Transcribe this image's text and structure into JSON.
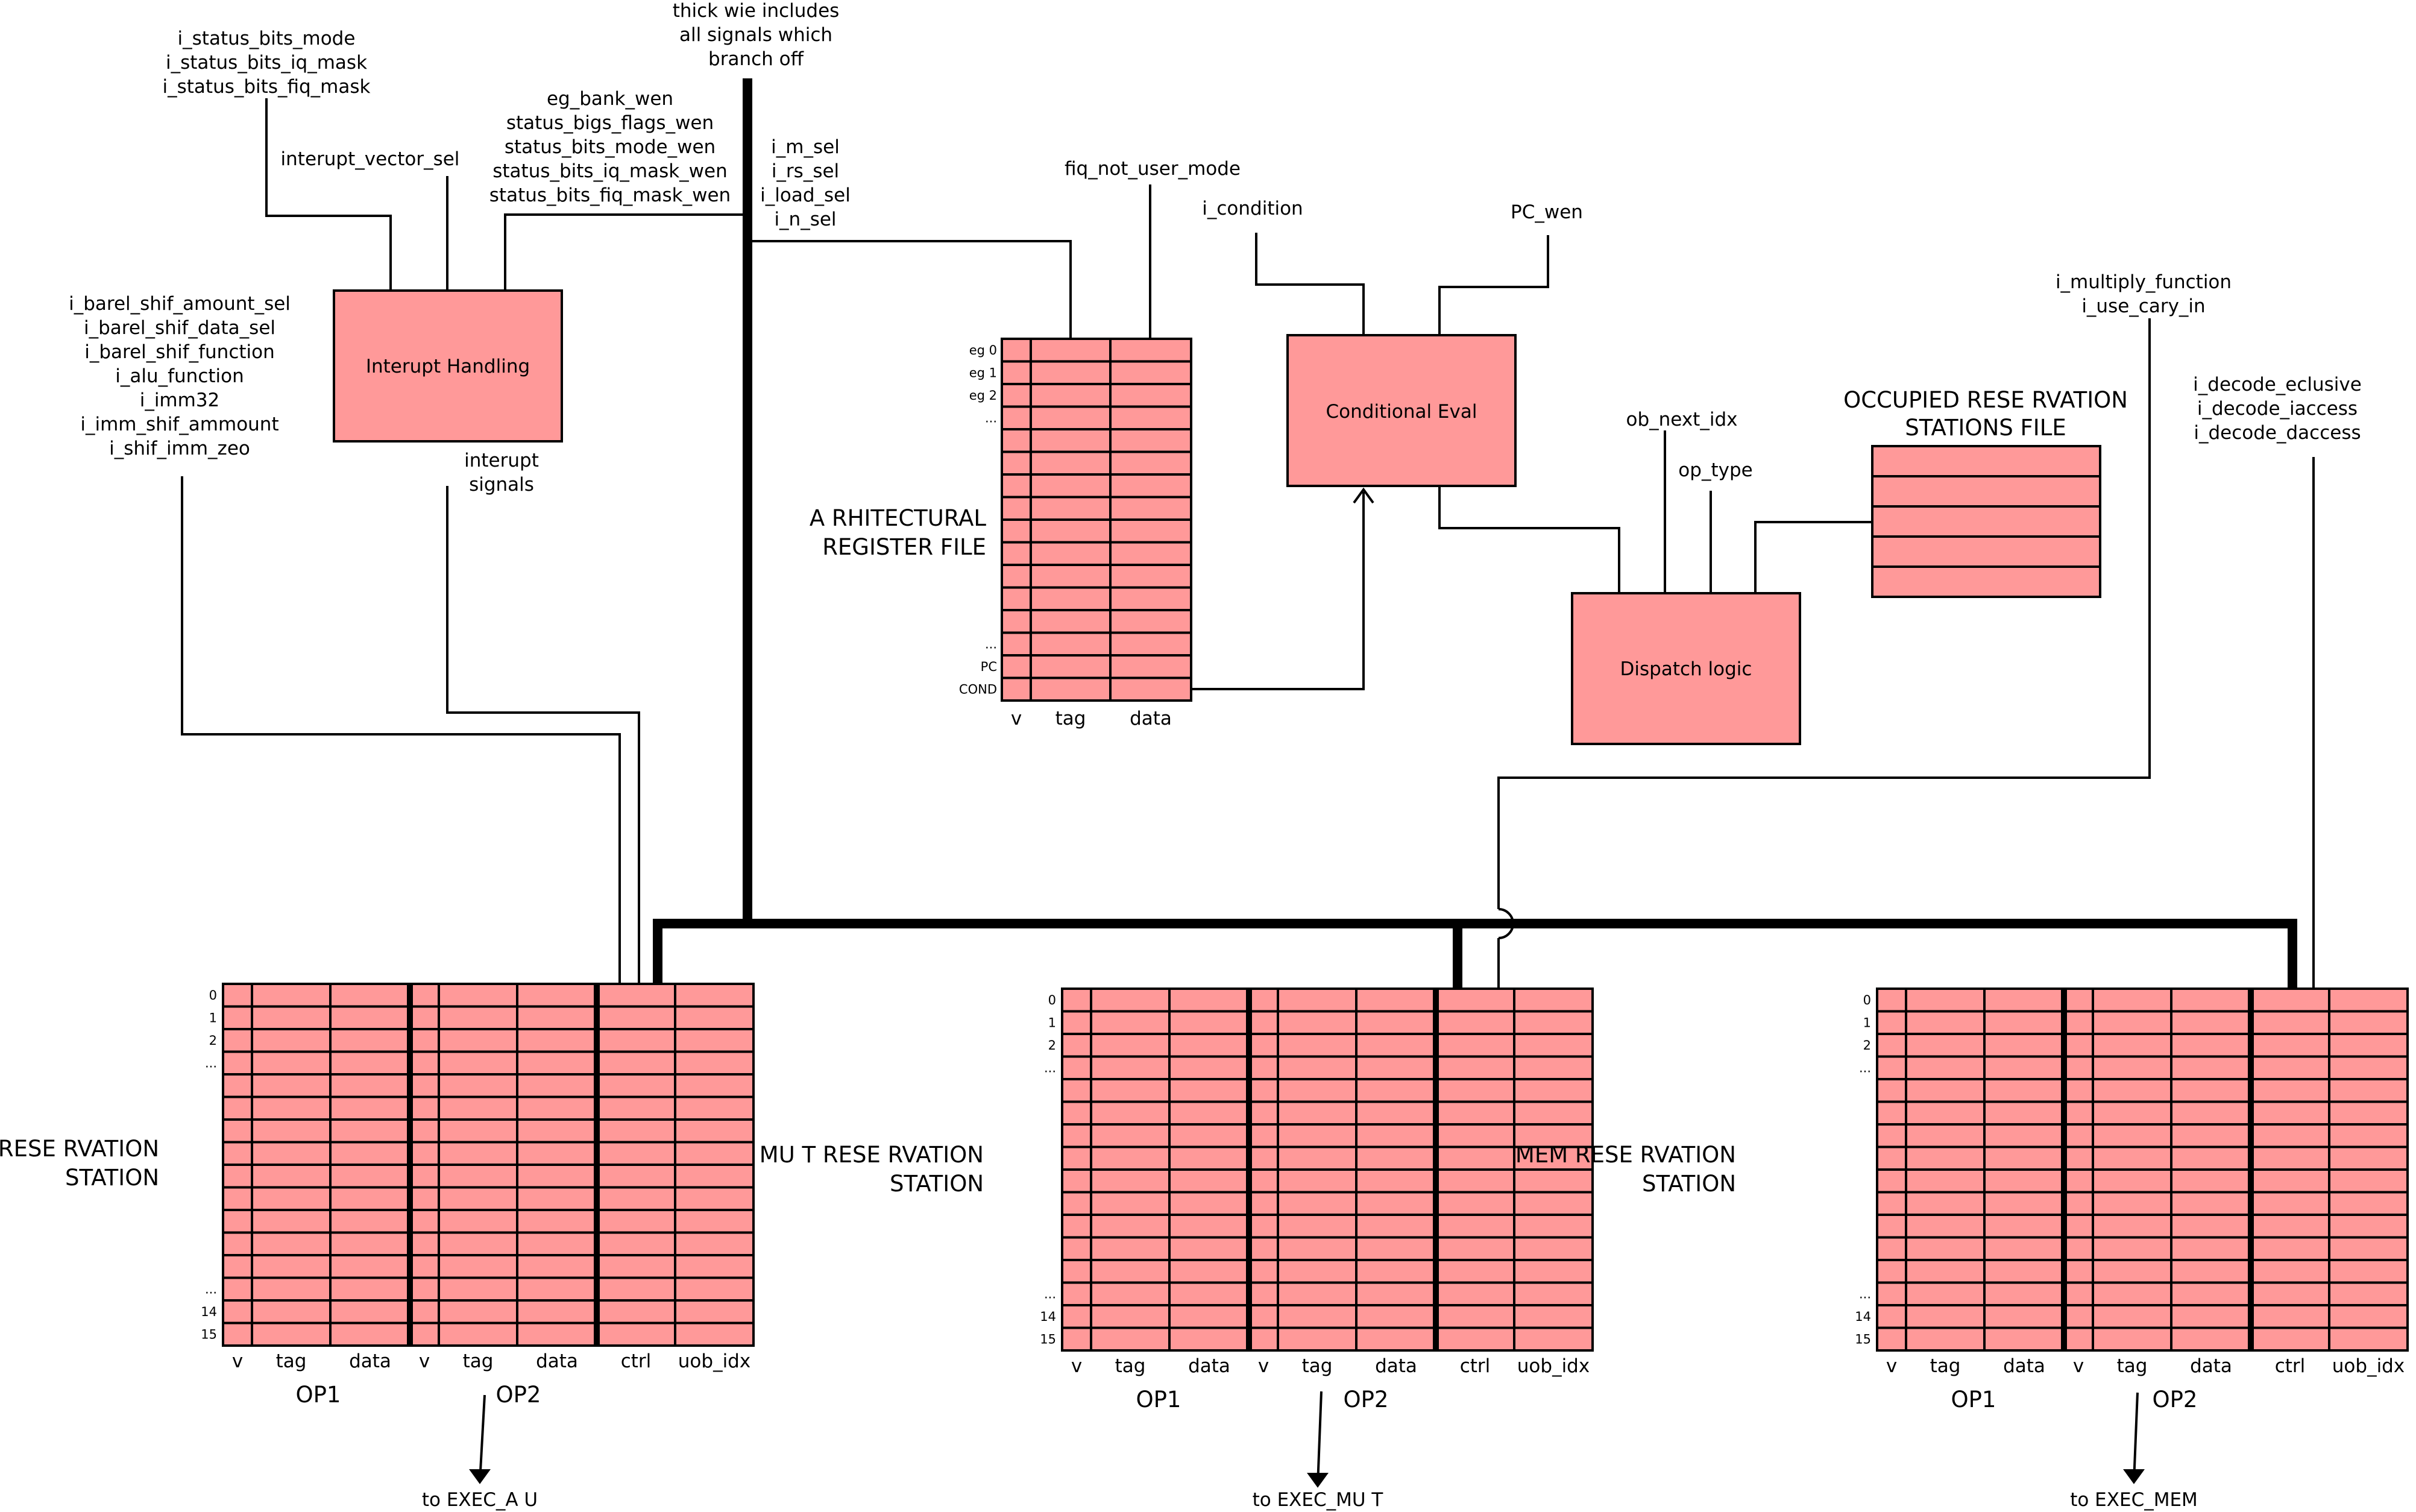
{
  "notes": {
    "thick_wire": [
      "thick wie includes",
      "all signals which",
      "branch off"
    ]
  },
  "signals": {
    "status_bits": [
      "i_status_bits_mode",
      "i_status_bits_iq_mask",
      "i_status_bits_fiq_mask"
    ],
    "interrupt_vector_sel": "interupt_vector_sel",
    "wen_group": [
      "eg_bank_wen",
      "status_bigs_flags_wen",
      "status_bits_mode_wen",
      "status_bits_iq_mask_wen",
      "status_bits_fiq_mask_wen"
    ],
    "sel_group": [
      "i_m_sel",
      "i_rs_sel",
      "i_load_sel",
      "i_n_sel"
    ],
    "barrel_group": [
      "i_barel_shif_amount_sel",
      "i_barel_shif_data_sel",
      "i_barel_shif_function",
      "i_alu_function",
      "i_imm32",
      "i_imm_shif_ammount",
      "i_shif_imm_zeo"
    ],
    "interrupt_signals": [
      "interupt",
      "signals"
    ],
    "fiq_not_user_mode": "fiq_not_user_mode",
    "i_condition": "i_condition",
    "pc_wen": "PC_wen",
    "multiply_group": [
      "i_multiply_function",
      "i_use_cary_in"
    ],
    "decode_group": [
      "i_decode_eclusive",
      "i_decode_iaccess",
      "i_decode_daccess"
    ],
    "rob_next_idx": "ob_next_idx",
    "op_type": "op_type"
  },
  "blocks": {
    "interrupt_handling": "Interupt Handling",
    "conditional_eval": "Conditional Eval",
    "dispatch_logic": "Dispatch logic"
  },
  "register_file": {
    "title": [
      "A RHITECTURAL",
      "REGISTER FILE"
    ],
    "row_labels_top": [
      "eg 0",
      "eg 1",
      "eg 2",
      "..."
    ],
    "row_labels_bottom": [
      "...",
      "PC",
      "COND"
    ],
    "columns": [
      "v",
      "tag",
      "data"
    ]
  },
  "occupied_rs_file": {
    "title": [
      "OCCUPIED RESE RVATION",
      "STATIONS FILE"
    ]
  },
  "reservation_stations": [
    {
      "title": [
        "A U RESE RVATION",
        "STATION"
      ],
      "row_labels_top": [
        "0",
        "1",
        "2",
        "..."
      ],
      "row_labels_bottom": [
        "...",
        "14",
        "15"
      ],
      "columns": [
        "v",
        "tag",
        "data",
        "v",
        "tag",
        "data",
        "ctrl",
        "uob_idx"
      ],
      "op1": "OP1",
      "op2": "OP2",
      "exec_target": "to EXEC_A U"
    },
    {
      "title": [
        "MU      T RESE RVATION",
        "STATION"
      ],
      "row_labels_top": [
        "0",
        "1",
        "2",
        "..."
      ],
      "row_labels_bottom": [
        "...",
        "14",
        "15"
      ],
      "columns": [
        "v",
        "tag",
        "data",
        "v",
        "tag",
        "data",
        "ctrl",
        "uob_idx"
      ],
      "op1": "OP1",
      "op2": "OP2",
      "exec_target": "to EXEC_MU      T"
    },
    {
      "title": [
        "MEM RESE RVATION",
        "STATION"
      ],
      "row_labels_top": [
        "0",
        "1",
        "2",
        "..."
      ],
      "row_labels_bottom": [
        "...",
        "14",
        "15"
      ],
      "columns": [
        "v",
        "tag",
        "data",
        "v",
        "tag",
        "data",
        "ctrl",
        "uob_idx"
      ],
      "op1": "OP1",
      "op2": "OP2",
      "exec_target": "to EXEC_MEM"
    }
  ],
  "colors": {
    "block_fill": "#ff9999",
    "stroke": "#000000",
    "background": "#ffffff"
  }
}
